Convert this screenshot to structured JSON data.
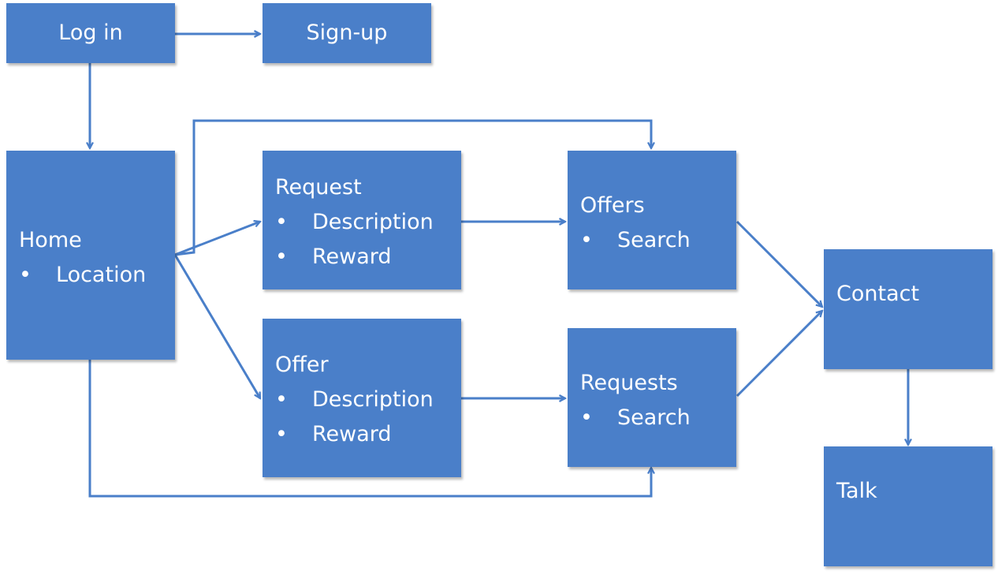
{
  "boxes": {
    "login": {
      "title": "Log in"
    },
    "signup": {
      "title": "Sign-up"
    },
    "home": {
      "title": "Home",
      "items": [
        "Location"
      ]
    },
    "request": {
      "title": "Request",
      "items": [
        "Description",
        "Reward"
      ]
    },
    "offer": {
      "title": "Offer",
      "items": [
        "Description",
        "Reward"
      ]
    },
    "offers": {
      "title": "Offers",
      "items": [
        "Search"
      ]
    },
    "requests": {
      "title": "Requests",
      "items": [
        "Search"
      ]
    },
    "contact": {
      "title": "Contact"
    },
    "talk": {
      "title": "Talk"
    }
  },
  "bullet": "•",
  "colors": {
    "box": "#4a7fc9",
    "arrow": "#4a7fc9",
    "text": "#ffffff"
  }
}
